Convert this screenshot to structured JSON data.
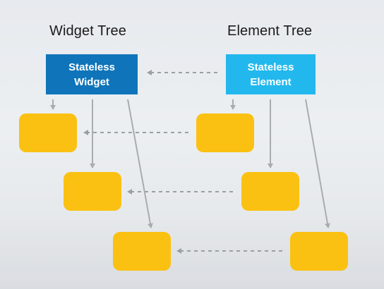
{
  "titles": {
    "widget_tree": "Widget Tree",
    "element_tree": "Element Tree"
  },
  "widget_root": {
    "line1": "Stateless",
    "line2": "Widget"
  },
  "element_root": {
    "line1": "Stateless",
    "line2": "Element"
  },
  "colors": {
    "widget_root": "#0f74b9",
    "element_root": "#22b8ee",
    "node": "#fbc112",
    "tree_arrow": "#a9acaf",
    "link_arrow": "#9b9ea2"
  }
}
